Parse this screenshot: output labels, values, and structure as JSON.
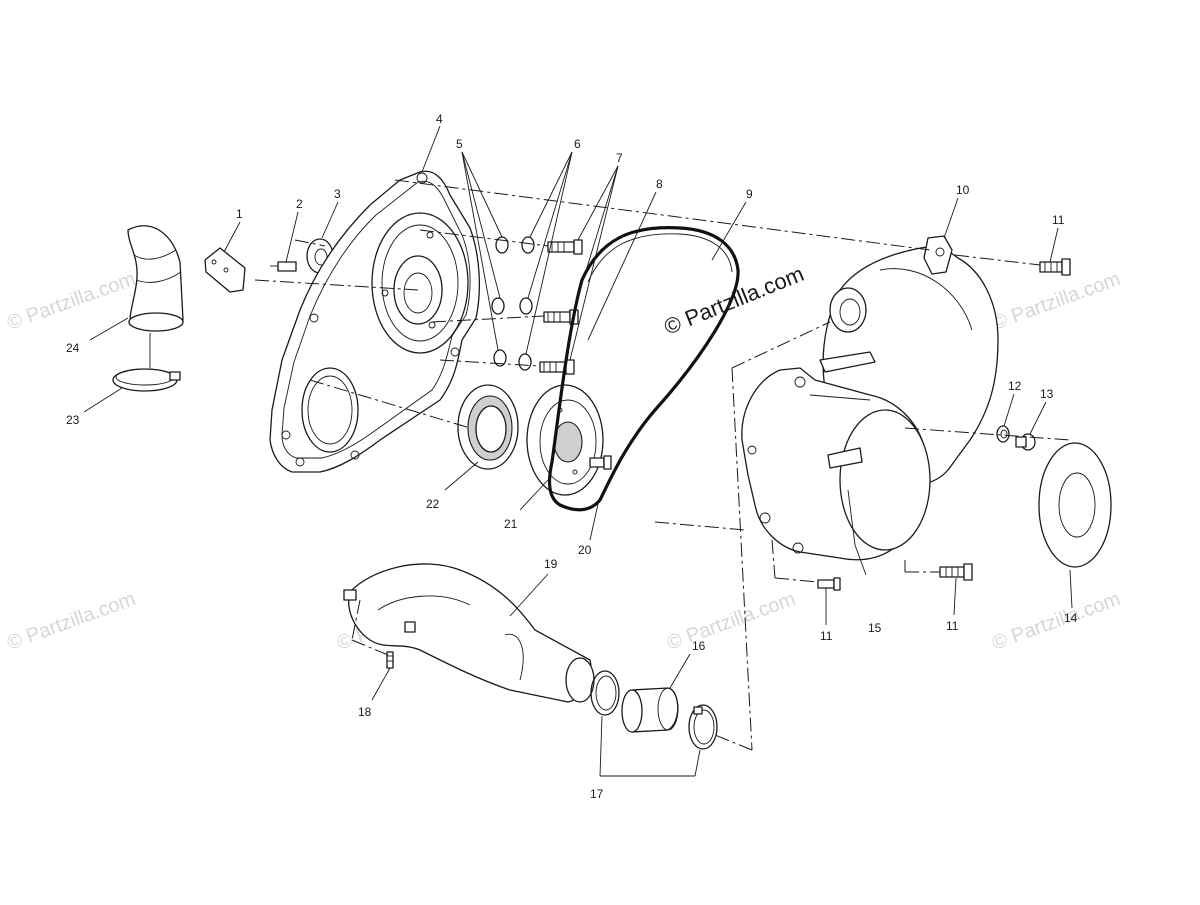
{
  "watermark": {
    "text": "© Partzilla.com",
    "center_text": "© Partzilla.com"
  },
  "callouts": {
    "c1": "1",
    "c2": "2",
    "c3": "3",
    "c4": "4",
    "c5": "5",
    "c6": "6",
    "c7": "7",
    "c8": "8",
    "c9": "9",
    "c10": "10",
    "c11a": "11",
    "c11b": "11",
    "c11c": "11",
    "c12": "12",
    "c13": "13",
    "c14": "14",
    "c15": "15",
    "c16": "16",
    "c17": "17",
    "c18": "18",
    "c19": "19",
    "c20": "20",
    "c21": "21",
    "c22": "22",
    "c23": "23",
    "c24": "24"
  }
}
